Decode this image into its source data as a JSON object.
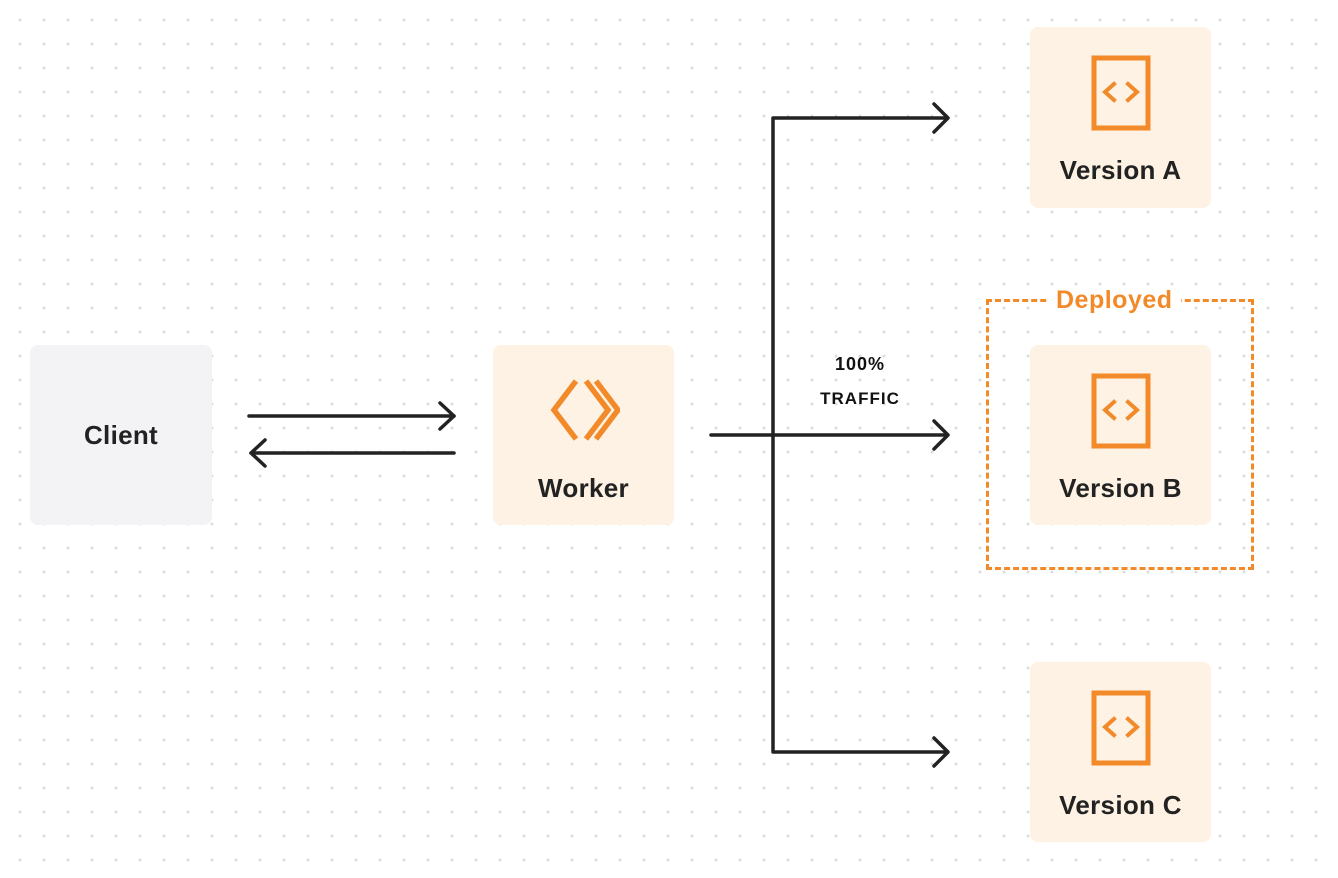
{
  "nodes": {
    "client": {
      "label": "Client"
    },
    "worker": {
      "label": "Worker",
      "icon": "workers-chevron-icon"
    },
    "version_a": {
      "label": "Version A",
      "icon": "code-document-icon"
    },
    "version_b": {
      "label": "Version B",
      "icon": "code-document-icon"
    },
    "version_c": {
      "label": "Version C",
      "icon": "code-document-icon"
    }
  },
  "deployed": {
    "label": "Deployed"
  },
  "traffic": {
    "percent": "100%",
    "label": "TRAFFIC"
  },
  "colors": {
    "accent": "#f28a2a",
    "orange_node_bg": "#fdf2e3",
    "client_bg": "#f3f3f5",
    "arrow": "#222222"
  }
}
